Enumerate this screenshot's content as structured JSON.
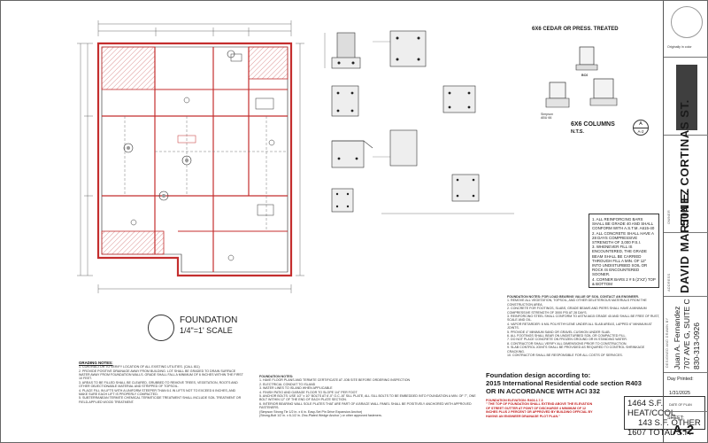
{
  "detail_column": {
    "title": "6X6 CEDAR OR PRESS. TREATED",
    "bc_label": "BC6",
    "abu_label": "Simpson\nABU 66",
    "columns_title": "6X6 COLUMNS",
    "columns_sub": "N.T.S.",
    "tag_letter": "A",
    "tag_sheet": "A-2"
  },
  "rebar_notes": {
    "items": [
      "1. ALL REINFORCING BARS SHALL BE GRADE 40 AND SHALL CONFORM WITH A.S.T.M. A615-40",
      "2. ALL CONCRETE SHALL HAVE A 28 DAYS COMPRESSIVE STRENGTH OF 3,000 P.S.I.",
      "3. WHENEVER FILL IS ENCOUNTERED, THE GRADE BEAM SHALL BE CARRIED THROUGH FILL A MIN. OF 12\" INTO UNDISTURBED SOIL OR ROCK IS ENCOUNTERED SOONER.",
      "4. CORNER BARS 2 # 5 (2'X2') TOP & BOTTOM"
    ]
  },
  "foundation": {
    "title": "FOUNDATION",
    "scale": "1/4\"=1' SCALE",
    "design_line1": "Foundation design according to:",
    "design_line2": "2015  International Residential code section R403",
    "design_line3": "OR IN ACCORDANCE WITH ACI 332"
  },
  "elevation_note": {
    "line1": "FOUNDATION ELEVATION: R403.1.7.3",
    "line2": "\" THE TOP OF FOUNDATION SHALL EXTEND ABOVE THE ELEVATION",
    "line3": "OF STREET GUTTER AT POINT OF DISCHARGE 4 MINIMUM OF 12",
    "line4": "INCHES PLUS 2 PERCENT OR  APPROVED BY BUILDING OFFICIAL BY",
    "line5": "HAVING AN ENGINEER DRAINAGE PLOT PLAN.\""
  },
  "area_stats": {
    "heat_cool": "1464 S.F. HEAT/COOL",
    "other": "143 S.F. OTHER",
    "total": "1607 TOTAL S.F."
  },
  "grading_notes": {
    "title": "GRADING NOTES:",
    "items": [
      "1. CONTRACTOR TO VERIFY LOCATION OF ALL EXISTING UTILITIES. (CALL 811)",
      "2. PROVIDE POSITIVE DRAINAGE AWAY FROM BUILDING. LOT SHALL BE GRADED TO DRAIN SURFACE WATER AWAY FROM FOUNDATION WALLS. GRADE SHALL FALL A MINIMUM OF 6 INCHES WITHIN THE FIRST 10 FEET.",
      "3. AREAS TO BE FILLED SHALL BE CLEARED, GRUBBED TO REMOVE TREES, VEGETATION, ROOTS AND OTHER OBJECTIONABLE MATERIAL AND STRIPPED OF TOPSOIL.",
      "4. PLACE FILL IN LIFTS WITH A UNIFORM STEEPER THAN 6:1 IN LIFTS NOT TO EXCEED 6 INCHES, AND MAKE SURE EACH LIFT IS PROPERLY COMPACTED.",
      "5. SUBTERRANEAN TERMITE CHEMICAL TERMITICIDE TREATMENT SHALL INCLUDE SOIL TREATMENT OR FIELD-APPLIED WOOD TREATMENT."
    ]
  },
  "foundation_notes": {
    "title": "FOUNDATION NOTES:",
    "items": [
      "1. HAVE FLOOR PLANS AND TERMITE CERTIFICATE AT JOB SITE BEFORE ORDERING INSPECTION",
      "2. ELECTRICAL CONDUIT TO ISLAND",
      "3. WATER LINES TO ISLAND WHEN APPLICABLE",
      "4. FINISH PATIO AND GARAGE FLOOR TO SLOPE 1/4\" PER FOOT",
      "5. ANCHOR BOLTS: USE 1/2\" x 10\" BOLTS AT 6'-0\" O.C. AT SILL PLATE, ALL SILL BOLTS TO BE EMBEDDED INTO FOUNDATION A MIN. OF 7\", ONE BOLT WITHIN 12\" OF THE END OF EACH PLATE SECTION.",
      "6. INTERIOR BEARING WALL SOLE PLATES THAT ARE PART OF A BRACE WALL PANEL SHALL BE POSITIVELY ANCHORED WITH APPROVED FASTENERS.",
      "(Simpson Strong Tie  1/2 in. x 6 in. Easy-Set Pin Drive Expansion Anchor)",
      "(Strong-Bolt 1/2 in. x 6-1/2 in. Zinc-Plated Wedge Anchor ) or other approved fasteners."
    ]
  },
  "general_notes": {
    "items": [
      "FOUNDATION NOTES: FOR LOAD BEARING VALUE OF SOIL CONTACT AN ENGINEER.",
      "1. REMOVE ALL VEGETATION, TOPSOIL, AND OTHER DELETERIOUS MATERIALS FROM THE CONSTRUCTION AREA.",
      "2. CONCRETE FOR FOOTINGS, SLABS, GRADE BEAMS AND PIERS SHALL HAVE A MINIMUM COMPRESSIVE STRENGTH OF 3000 PSI AT 28 DAYS.",
      "3. REINFORCING STEEL SHALL CONFORM TO ASTM A615 GRADE 40 AND SHALL BE FREE OF RUST, SCALE AND OIL.",
      "4. VAPOR RETARDER: 6 MIL POLYETHYLENE UNDER ALL SLAB AREAS, LAPPED 6\" MINIMUM AT JOINTS.",
      "5. PROVIDE 4\" MINIMUM SAND OR GRAVEL CUSHION UNDER SLAB.",
      "6. ALL FOOTINGS SHALL BEAR ON UNDISTURBED SOIL OR COMPACTED FILL.",
      "7. DO NOT PLACE CONCRETE ON FROZEN GROUND OR IN STANDING WATER.",
      "8. CONTRACTOR SHALL VERIFY ALL DIMENSIONS PRIOR TO CONSTRUCTION.",
      "9. SLAB CONTROL JOINTS SHALL BE PROVIDED AS REQUIRED TO CONTROL SHRINKAGE CRACKING.",
      "10. CONTRACTOR SHALL BE RESPONSIBLE FOR ALL COSTS OF SERVICES."
    ]
  },
  "title_block": {
    "address": "504 E. CORTINAS ST.",
    "owner": "DAVID MARTINEZ",
    "designer_name": "Juan A. Fernandez",
    "designer_addr": "707 AVE G, SUITE C",
    "designer_phone": "830-313-0926",
    "day_printed_label": "Day Printed:",
    "date": "1/31/2025",
    "date_of_plan_label": "DATE OF PLAN",
    "sheet_label": "SHEET:",
    "sheet_number": "A-2",
    "owner_label": "OWNER",
    "address_label": "ADDRESS",
    "designer_label": "DESIGNED AND DRAWN BY",
    "originally_label": "Originally in color"
  }
}
